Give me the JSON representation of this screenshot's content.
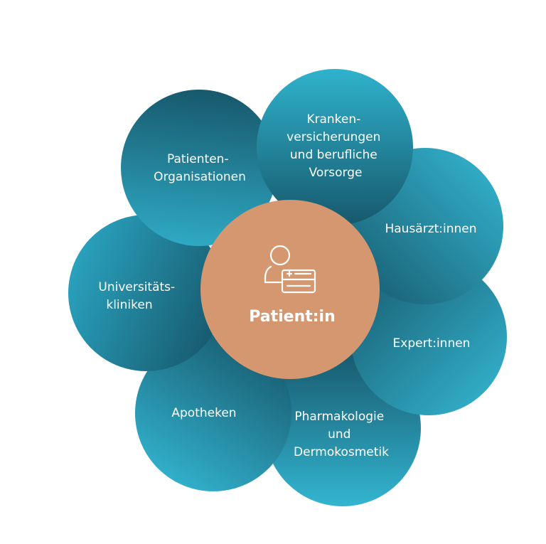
{
  "center": {
    "label": "Patient:in",
    "icon": "patient-card-icon",
    "color": "#d4976f"
  },
  "petals": [
    {
      "id": "patienten-organisationen",
      "lines": [
        "Patienten-",
        "Organisationen"
      ]
    },
    {
      "id": "krankenversicherungen",
      "lines": [
        "Kranken-",
        "versicherungen",
        "und berufliche",
        "Vorsorge"
      ]
    },
    {
      "id": "hausaerzte",
      "lines": [
        "Hausärzt:innen"
      ]
    },
    {
      "id": "experten",
      "lines": [
        "Expert:innen"
      ]
    },
    {
      "id": "pharmakologie",
      "lines": [
        "Pharmakologie",
        "und",
        "Dermokosmetik"
      ]
    },
    {
      "id": "apotheken",
      "lines": [
        "Apotheken"
      ]
    },
    {
      "id": "universitaetskliniken",
      "lines": [
        "Universitäts-",
        "kliniken"
      ]
    }
  ],
  "colors": {
    "petal_light": "#33b5d1",
    "petal_dark": "#17586c",
    "text": "#ffffff"
  }
}
